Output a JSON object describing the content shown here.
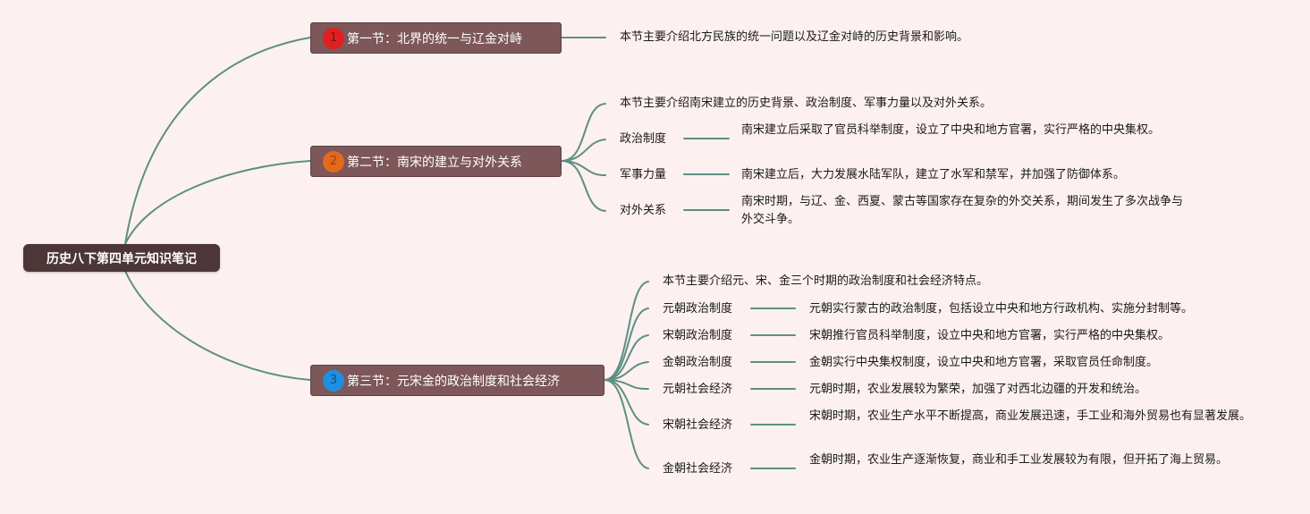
{
  "colors": {
    "background": "#fdf0f0",
    "root": "#4d3638",
    "section": "#7d5759",
    "connector": "#5d8f84",
    "badge1": "#e02020",
    "badge2": "#e36a1c",
    "badge3": "#1f8fe0"
  },
  "root": {
    "title": "历史八下第四单元知识笔记"
  },
  "sections": [
    {
      "badge": "1",
      "title": "第一节：北界的统一与辽金对峙",
      "summary": "本节主要介绍北方民族的统一问题以及辽金对峙的历史背景和影响。"
    },
    {
      "badge": "2",
      "title": "第二节：南宋的建立与对外关系",
      "summary": "本节主要介绍南宋建立的历史背景、政治制度、军事力量以及对外关系。",
      "topics": [
        {
          "label": "政治制度",
          "detail": "南宋建立后采取了官员科举制度，设立了中央和地方官署，实行严格的中央集权。"
        },
        {
          "label": "军事力量",
          "detail": "南宋建立后，大力发展水陆军队，建立了水军和禁军，并加强了防御体系。"
        },
        {
          "label": "对外关系",
          "detail": "南宋时期，与辽、金、西夏、蒙古等国家存在复杂的外交关系，期间发生了多次战争与外交斗争。"
        }
      ]
    },
    {
      "badge": "3",
      "title": "第三节：元宋金的政治制度和社会经济",
      "summary": "本节主要介绍元、宋、金三个时期的政治制度和社会经济特点。",
      "topics": [
        {
          "label": "元朝政治制度",
          "detail": "元朝实行蒙古的政治制度，包括设立中央和地方行政机构、实施分封制等。"
        },
        {
          "label": "宋朝政治制度",
          "detail": "宋朝推行官员科举制度，设立中央和地方官署，实行严格的中央集权。"
        },
        {
          "label": "金朝政治制度",
          "detail": "金朝实行中央集权制度，设立中央和地方官署，采取官员任命制度。"
        },
        {
          "label": "元朝社会经济",
          "detail": "元朝时期，农业发展较为繁荣，加强了对西北边疆的开发和统治。"
        },
        {
          "label": "宋朝社会经济",
          "detail": "宋朝时期，农业生产水平不断提高，商业发展迅速，手工业和海外贸易也有显著发展。"
        },
        {
          "label": "金朝社会经济",
          "detail": "金朝时期，农业生产逐渐恢复，商业和手工业发展较为有限，但开拓了海上贸易。"
        }
      ]
    }
  ]
}
